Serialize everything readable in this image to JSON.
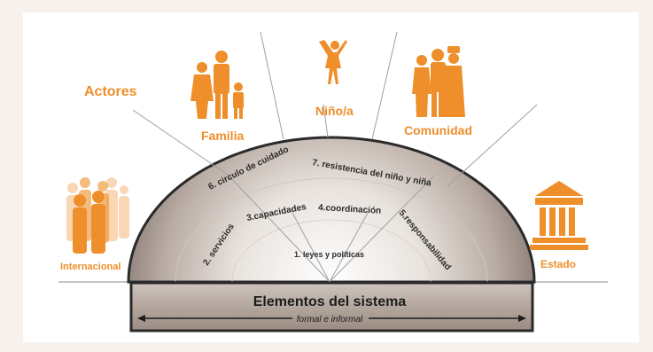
{
  "actors": {
    "heading": "Actores",
    "familia": "Familia",
    "nino": "Niño/a",
    "comunidad": "Comunidad",
    "internacional": "Internacional",
    "estado": "Estado"
  },
  "elements": {
    "el6": "6. circulo de cuidado",
    "el7": "7. resistencia del niño y niña",
    "el2": "2. servicios",
    "el3": "3.capacidades",
    "el4": "4.coordinación",
    "el5": "5.responsabilidad",
    "el1": "1. leyes y políticas"
  },
  "base": {
    "title": "Elementos del sistema",
    "subtitle": "formal e informal"
  },
  "colors": {
    "orange": "#ee8f2b",
    "dark": "#2a2a2a",
    "base_fill": "#b0a39a"
  }
}
